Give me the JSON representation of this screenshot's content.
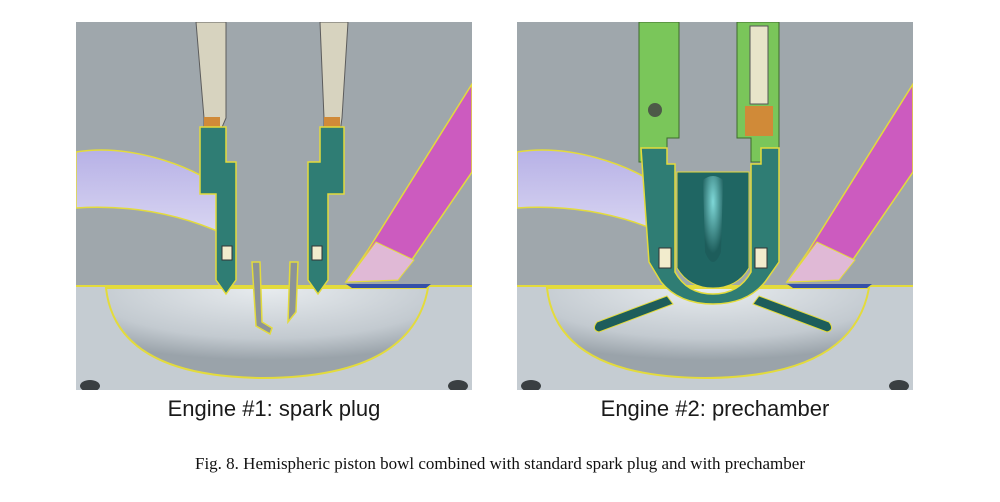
{
  "panels": [
    {
      "label": "Engine #1: spark plug",
      "type": "spark-plug"
    },
    {
      "label": "Engine #2: prechamber",
      "type": "prechamber"
    }
  ],
  "caption": "Fig. 8. Hemispheric piston bowl combined with standard spark plug and with prechamber",
  "colors": {
    "background": "#9fa7ac",
    "bowl": "#c9d0d6",
    "valve_port": "#a9a2dd",
    "injector": "#cc5bbf",
    "spark_plug_body": "#2f7d74",
    "insulator": "#f2eccd",
    "prechamber_body": "#7ac65a",
    "outline": "#e3db3c"
  }
}
